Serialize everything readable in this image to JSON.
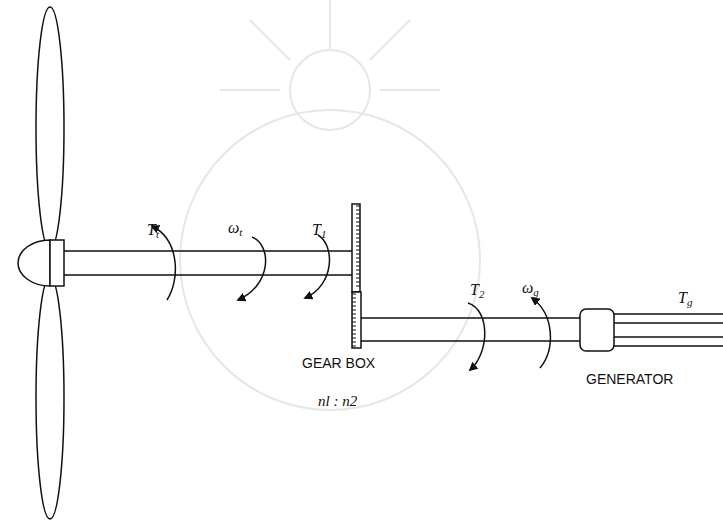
{
  "diagram": {
    "labels": [
      "Tt",
      "ωt",
      "T1",
      "T2",
      "ωg",
      "Tg",
      "GEAR BOX",
      "nl : n2",
      "GENERATOR"
    ]
  }
}
